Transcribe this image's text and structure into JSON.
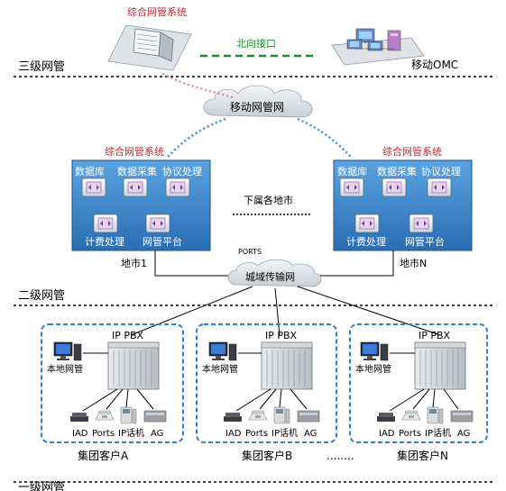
{
  "levels": {
    "level3": "三级网管",
    "level2": "二级网管",
    "level1": "一级网管"
  },
  "top": {
    "integrated_nms": "综合网管系统",
    "northbound": "北向接口",
    "mobile_omc": "移动OMC",
    "mobile_nms_cloud": "移动网管网"
  },
  "city_nms": {
    "title": "综合网管系统",
    "modules": [
      "数据库",
      "数据采集",
      "协议处理",
      "计费处理",
      "网管平台"
    ],
    "subordinate": "下属各地市",
    "ports": "PORTS",
    "city1": "地市1",
    "cityN": "地市N"
  },
  "metro": "城域传输网",
  "customers": {
    "ippbx": "IP PBX",
    "local_nms": "本地网管",
    "devices": [
      "IAD",
      "Ports",
      "IP话机",
      "AG"
    ],
    "names": [
      "集团客户A",
      "集团客户B",
      "集团客户N"
    ],
    "ellipsis": "........"
  },
  "colors": {
    "red_text": "#c0282d",
    "green_link": "#1f8a2c",
    "blue_box": "#2f6fb0",
    "dotted_blue": "#3a8ee0"
  }
}
